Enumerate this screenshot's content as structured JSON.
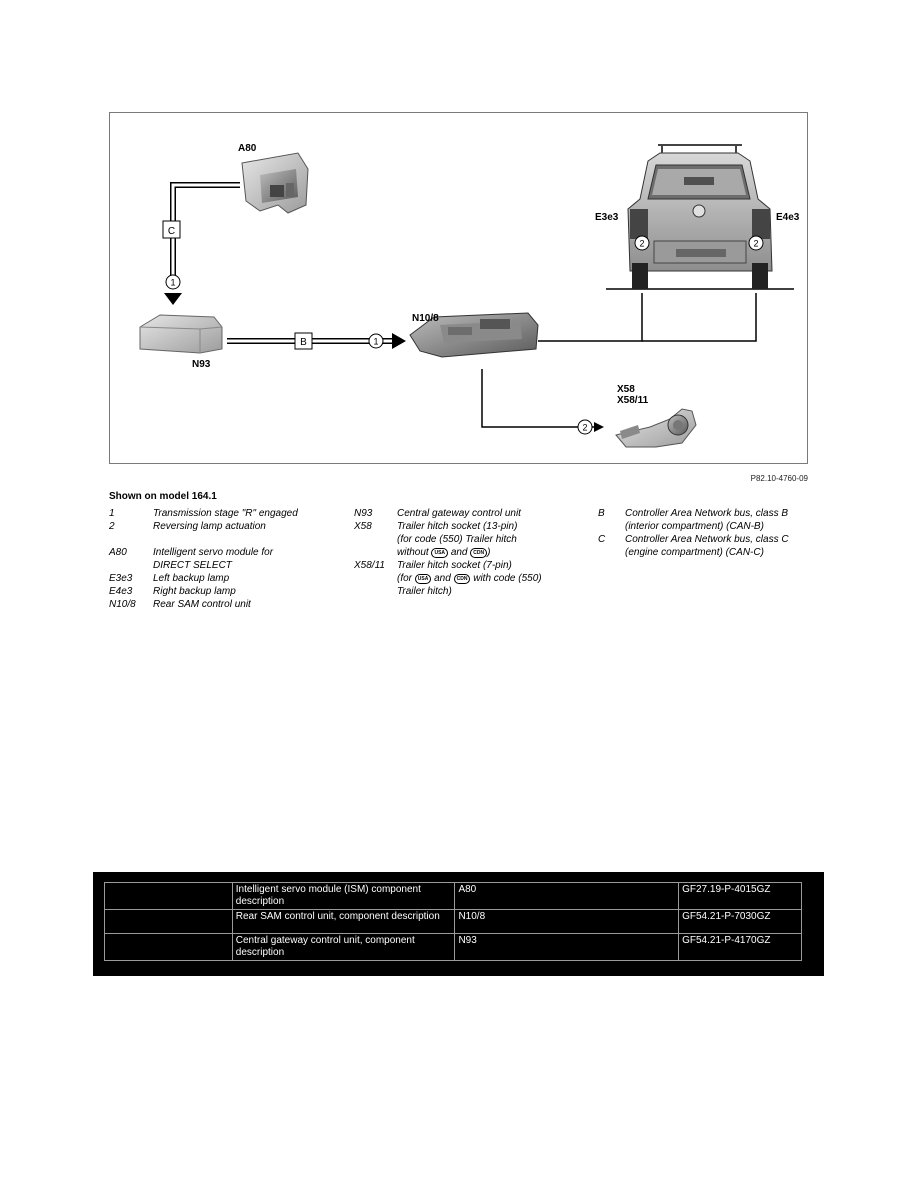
{
  "diagram": {
    "labels": {
      "a80": "A80",
      "n93": "N93",
      "n10_8": "N10/8",
      "e3e3": "E3e3",
      "e4e3": "E4e3",
      "x58": "X58",
      "x58_11": "X58/11",
      "bus_c": "C",
      "bus_b": "B",
      "sig_1a": "1",
      "sig_1b": "1",
      "sig_2a": "2",
      "sig_2b": "2",
      "sig_2c": "2"
    },
    "figure_id": "P82.10-4760-09"
  },
  "legend": {
    "title": "Shown on model 164.1",
    "col1": [
      {
        "code": "1",
        "text": "Transmission stage \"R\" engaged"
      },
      {
        "code": "2",
        "text": "Reversing lamp actuation"
      },
      {
        "code": "A80",
        "text": "Intelligent servo module for DIRECT SELECT"
      },
      {
        "code": "E3e3",
        "text": "Left backup lamp"
      },
      {
        "code": "E4e3",
        "text": "Right backup lamp"
      },
      {
        "code": "N10/8",
        "text": "Rear SAM control unit"
      }
    ],
    "col2": [
      {
        "code": "N93",
        "text": "Central gateway control unit"
      },
      {
        "code": "X58",
        "line1": "Trailer hitch socket (13-pin)",
        "line2": "(for code (550) Trailer hitch",
        "line3_pre": "without",
        "line3_mid": "and",
        "line3_post": ")"
      },
      {
        "code": "X58/11",
        "line1": "Trailer hitch socket (7-pin)",
        "line2_pre": "(for",
        "line2_mid": "and",
        "line2_post": "with code (550)",
        "line3": "Trailer hitch)"
      }
    ],
    "col3": [
      {
        "code": "B",
        "text": "Controller Area Network bus, class B (interior compartment) (CAN-B)"
      },
      {
        "code": "C",
        "text": "Controller Area Network bus, class C (engine compartment) (CAN-C)"
      }
    ],
    "badges": {
      "usa": "USA",
      "cdn": "CDN"
    }
  },
  "ref_table": {
    "rows": [
      {
        "blank": "",
        "desc": "Intelligent servo module (ISM) component description",
        "code": "A80",
        "doc": "GF27.19-P-4015GZ"
      },
      {
        "blank": "",
        "desc": "Rear SAM control unit, component description",
        "code": "N10/8",
        "doc": "GF54.21-P-7030GZ"
      },
      {
        "blank": "",
        "desc": "Central gateway control unit, component description",
        "code": "N93",
        "doc": "GF54.21-P-4170GZ"
      }
    ]
  }
}
